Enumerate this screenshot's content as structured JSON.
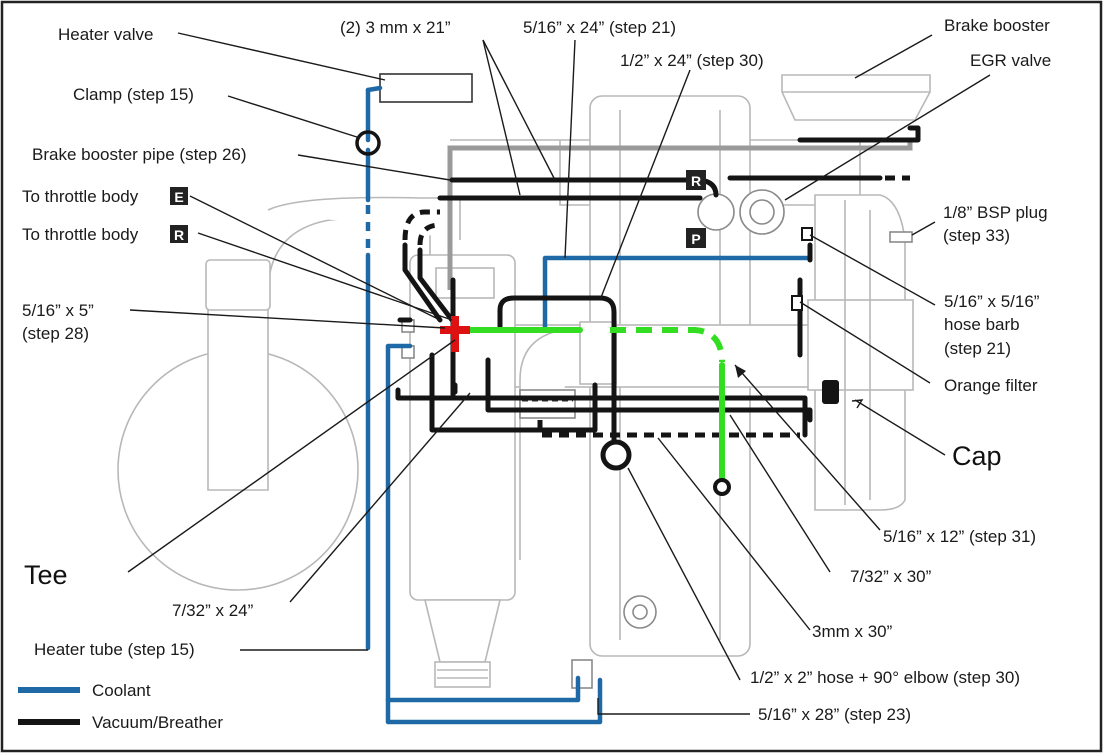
{
  "labels": {
    "heater_valve": "Heater valve",
    "clamp": "Clamp (step 15)",
    "brake_booster_pipe": "Brake booster pipe (step 26)",
    "throttle_e_text": "To throttle body",
    "throttle_e_badge": "E",
    "throttle_r_text": "To throttle body",
    "throttle_r_badge": "R",
    "hose_5_16x5_line1": "5/16” x 5”",
    "hose_5_16x5_line2": "(step 28)",
    "tee": "Tee",
    "hose_7_32x24": "7/32” x 24”",
    "heater_tube": "Heater tube (step 15)",
    "hose_2x3mm_x21": "(2) 3 mm x 21”",
    "hose_5_16x24": "5/16” x 24” (step 21)",
    "hose_1_2x24": "1/2” x 24” (step 30)",
    "brake_booster": "Brake booster",
    "egr_valve": "EGR valve",
    "bsp_plug_line1": "1/8” BSP plug",
    "bsp_plug_line2": "(step 33)",
    "hose_barb_line1": "5/16” x 5/16”",
    "hose_barb_line2": "hose barb",
    "hose_barb_line3": "(step 21)",
    "orange_filter": "Orange filter",
    "cap": "Cap",
    "hose_5_16x12": "5/16” x 12” (step 31)",
    "hose_7_32x30": "7/32” x 30”",
    "hose_3mmx30": "3mm x 30”",
    "elbow": "1/2” x 2” hose + 90° elbow (step 30)",
    "hose_5_16x28": "5/16” x 28” (step 23)",
    "badge_r": "R",
    "badge_p": "P"
  },
  "legend": [
    {
      "label": "Coolant",
      "color": "#1f6aa6"
    },
    {
      "label": "Vacuum/Breather",
      "color": "#141414"
    }
  ],
  "colors": {
    "coolant": "#1f6aa6",
    "vacuum": "#141414",
    "highlight_hose": "#33dd22",
    "tee": "#dd1111"
  }
}
